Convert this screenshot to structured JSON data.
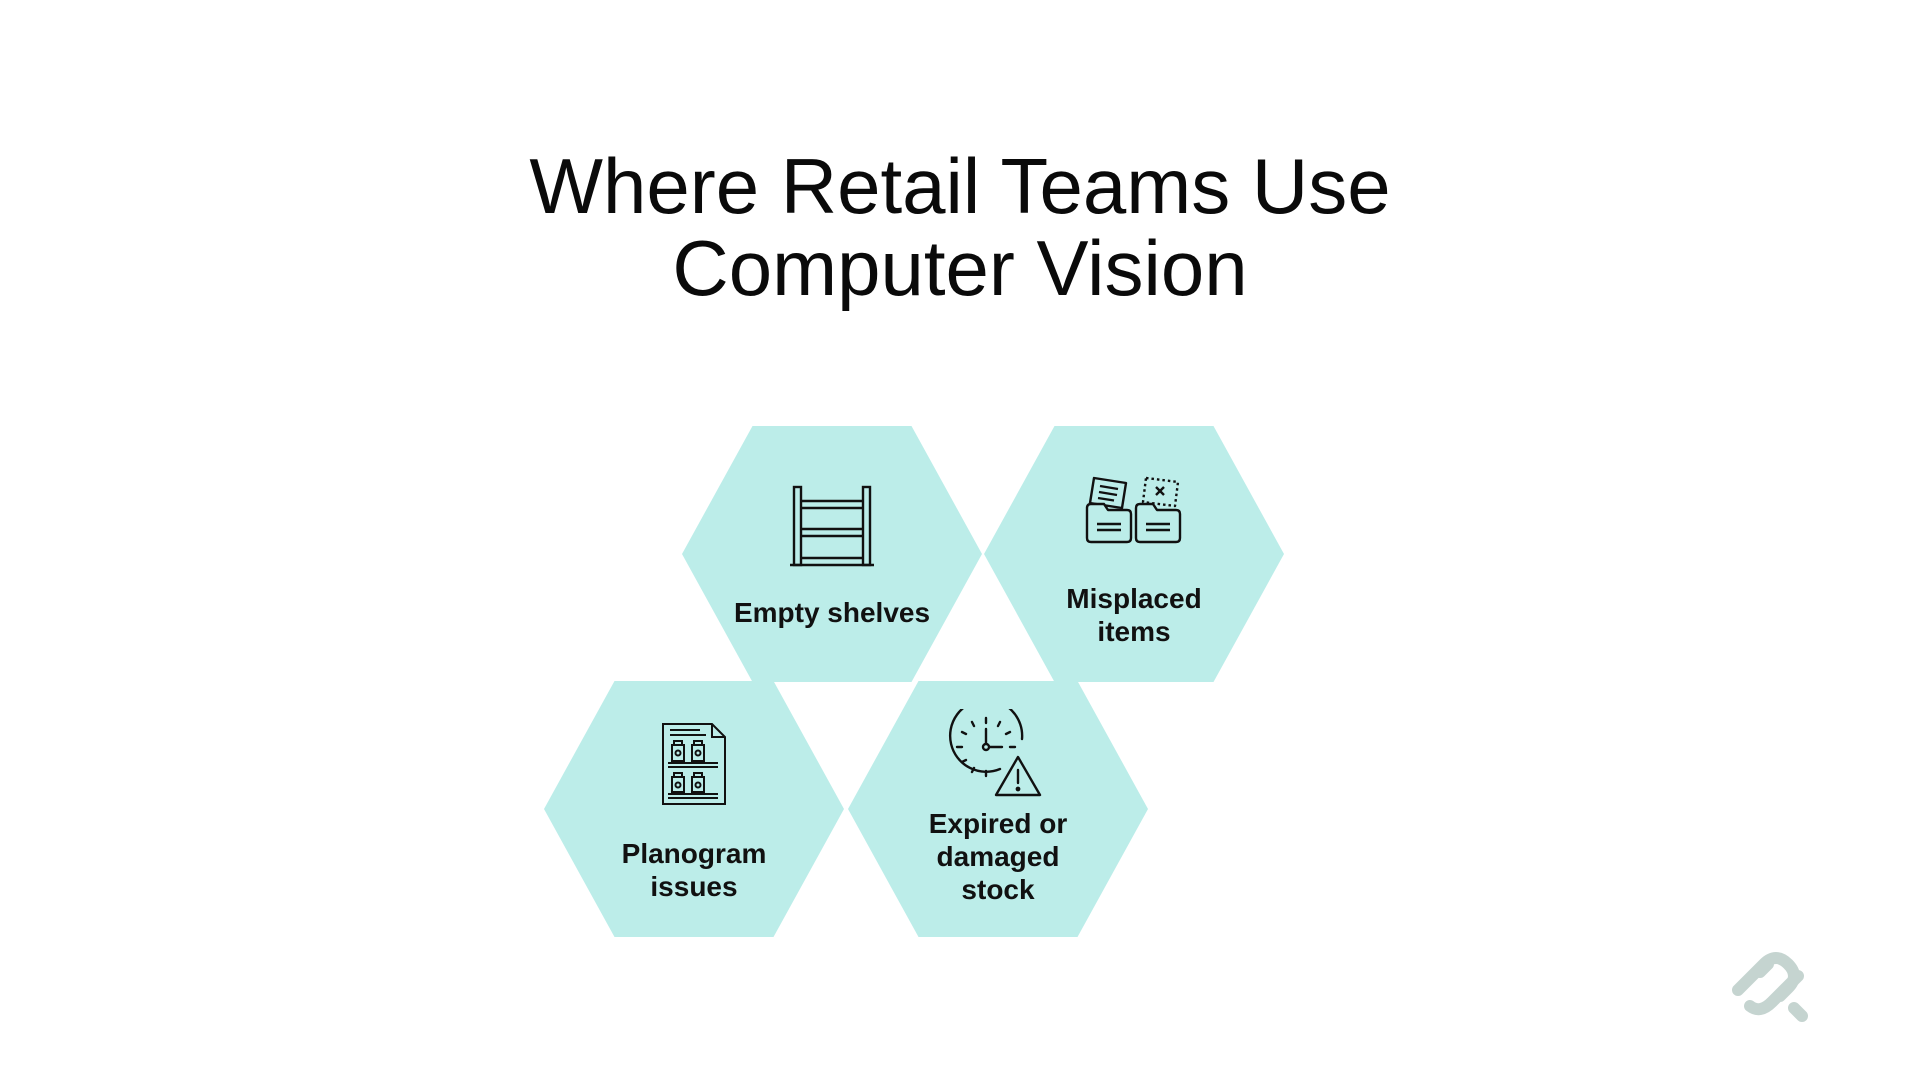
{
  "title_lines": [
    "Where Retail Teams Use",
    "Computer Vision"
  ],
  "hexagons": [
    {
      "label_lines": [
        "Empty shelves"
      ],
      "icon": "shelf-icon"
    },
    {
      "label_lines": [
        "Misplaced",
        "items"
      ],
      "icon": "misplaced-folders-icon"
    },
    {
      "label_lines": [
        "Planogram",
        "issues"
      ],
      "icon": "planogram-icon"
    },
    {
      "label_lines": [
        "Expired or",
        "damaged",
        "stock"
      ],
      "icon": "clock-warning-icon"
    }
  ],
  "colors": {
    "hexagon_fill": "#bcede9",
    "text": "#111111",
    "logo": "#c5d4d0"
  },
  "logo_icon": "brand-logo-icon"
}
